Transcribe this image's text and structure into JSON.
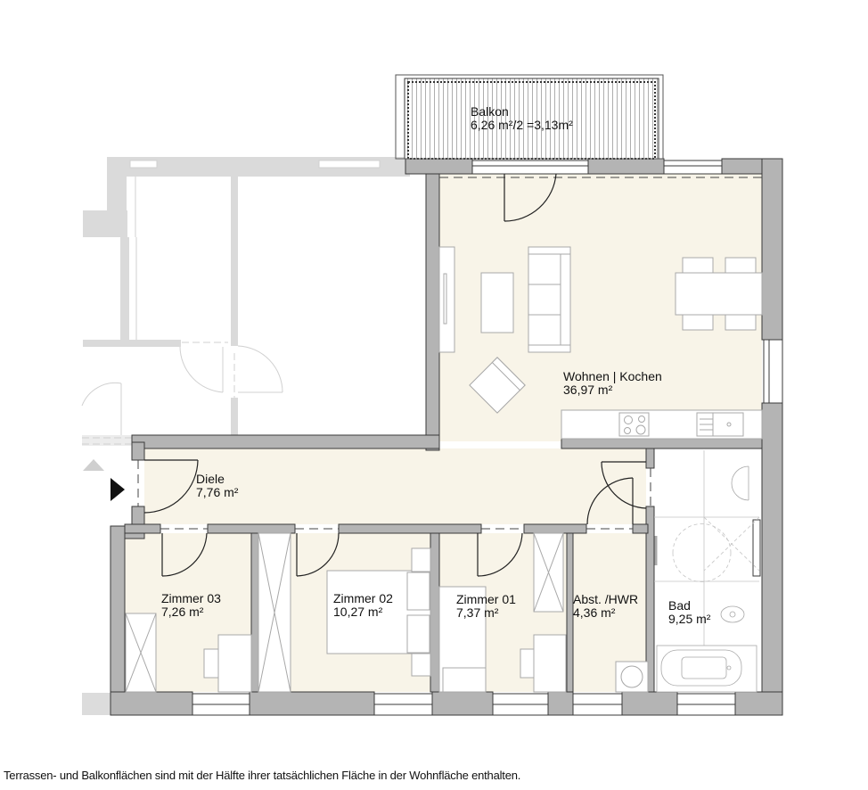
{
  "floorplan": {
    "colors": {
      "floor": "#f8f4e8",
      "wall": "#b4b4b4",
      "wall_outline": "#3a3a3a",
      "neighbor_wall": "#d8d8d8",
      "entrance_marker": "#111111"
    },
    "rooms": [
      {
        "id": "balkon",
        "name": "Balkon",
        "area": "6,26 m²/2 =3,13m²"
      },
      {
        "id": "wohnen",
        "name": "Wohnen | Kochen",
        "area": "36,97 m²"
      },
      {
        "id": "diele",
        "name": "Diele",
        "area": "7,76 m²"
      },
      {
        "id": "zimmer03",
        "name": "Zimmer 03",
        "area": "7,26 m²"
      },
      {
        "id": "zimmer02",
        "name": "Zimmer 02",
        "area": "10,27 m²"
      },
      {
        "id": "zimmer01",
        "name": "Zimmer 01",
        "area": "7,37 m²"
      },
      {
        "id": "abst",
        "name": "Abst. /HWR",
        "area": "4,36 m²"
      },
      {
        "id": "bad",
        "name": "Bad",
        "area": "9,25 m²"
      }
    ],
    "footnote": "Terrassen- und Balkonflächen sind mit der Hälfte ihrer tatsächlichen Fläche in der Wohnfläche enthalten."
  }
}
